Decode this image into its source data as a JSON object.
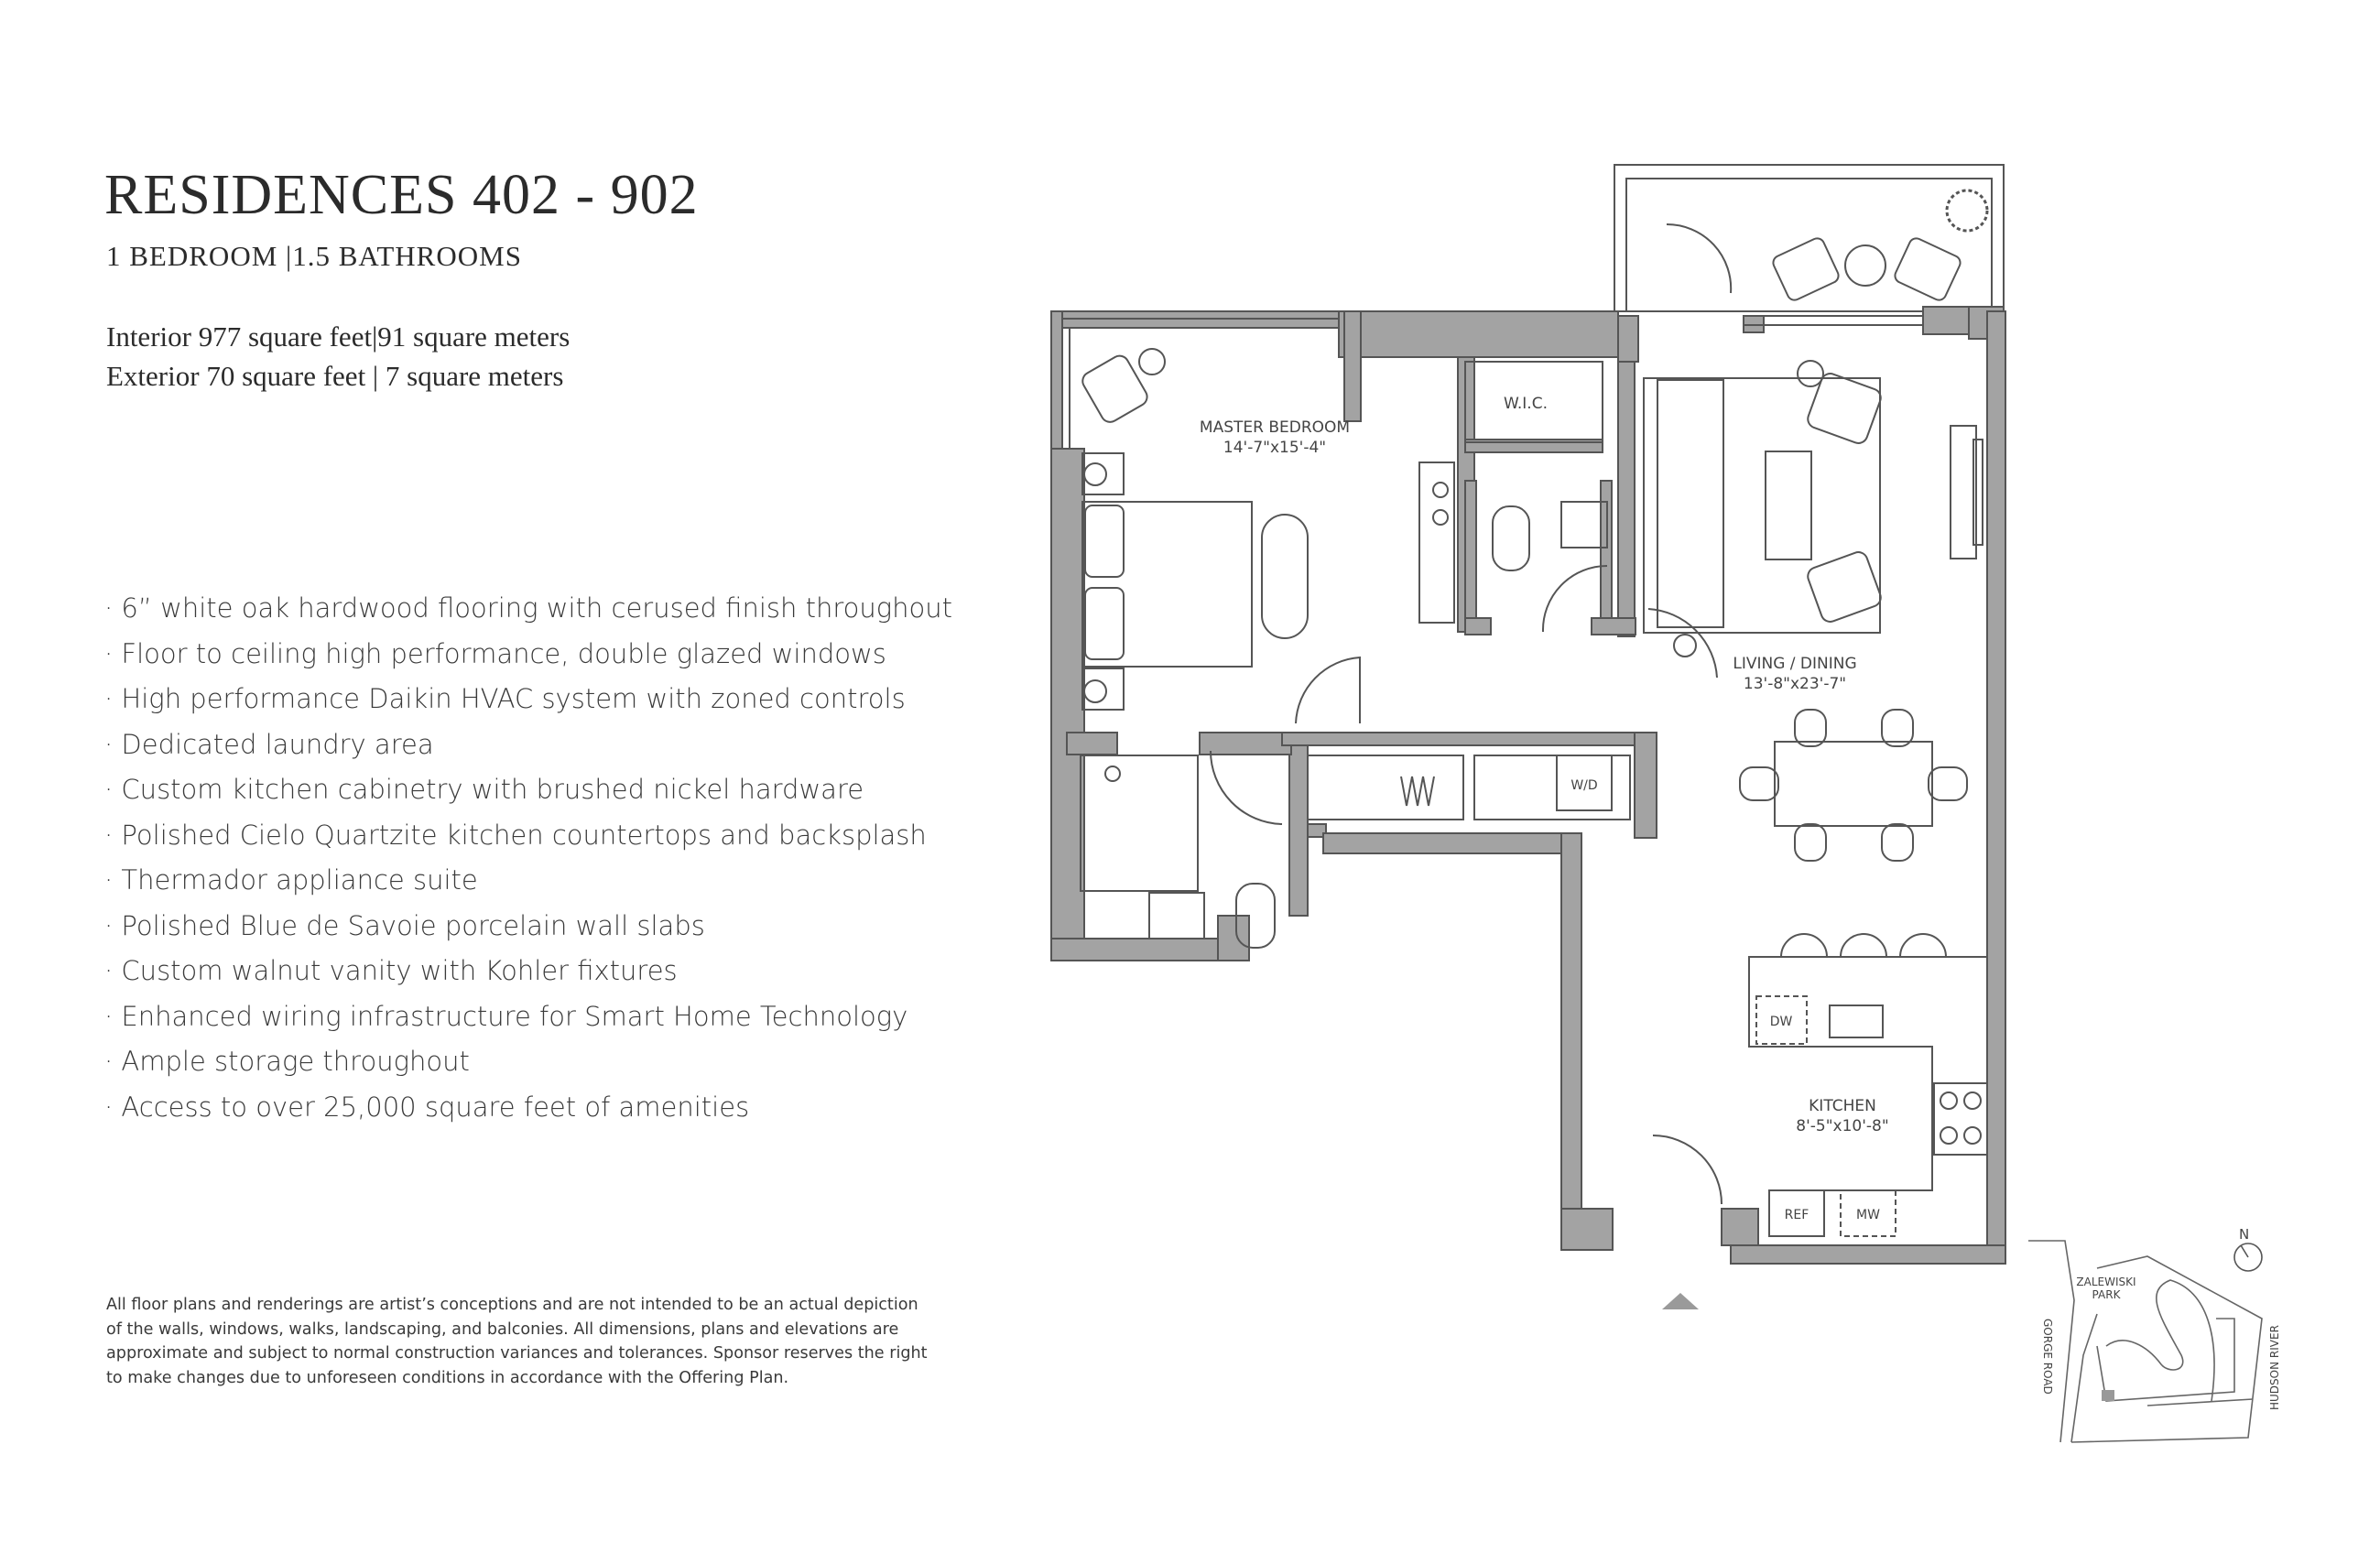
{
  "header": {
    "title": "RESIDENCES 402 - 902",
    "subtitle": "1 BEDROOM |1.5 BATHROOMS"
  },
  "area": {
    "interior": "Interior 977 square feet|91 square meters",
    "exterior": "Exterior 70 square feet | 7 square meters"
  },
  "features": [
    "· 6” white oak hardwood flooring with cerused finish throughout",
    "· Floor to ceiling high performance, double glazed windows",
    "· High performance Daikin HVAC system with zoned controls",
    "· Dedicated laundry area",
    "· Custom kitchen cabinetry with brushed nickel hardware",
    "· Polished Cielo Quartzite kitchen countertops and backsplash",
    "· Thermador appliance suite",
    "· Polished Blue de Savoie porcelain wall slabs",
    "· Custom walnut vanity with Kohler fixtures",
    "· Enhanced wiring infrastructure for Smart Home Technology",
    "· Ample storage throughout",
    "· Access to over 25,000 square feet of amenities"
  ],
  "disclaimer": [
    "All floor plans and renderings are artist’s conceptions and are not intended to be an actual depiction",
    "of the walls, windows, walks, landscaping, and balconies. All dimensions, plans and elevations are",
    "approximate and subject to normal construction variances and tolerances. Sponsor reserves the right",
    "to make changes due to unforeseen conditions in accordance with the Offering Plan."
  ],
  "plan": {
    "rooms": {
      "master_name": "MASTER BEDROOM",
      "master_dims": "14'-7\"x15'-4\"",
      "wic": "W.I.C.",
      "living_name": "LIVING / DINING",
      "living_dims": "13'-8\"x23'-7\"",
      "kitchen_name": "KITCHEN",
      "kitchen_dims": "8'-5\"x10'-8\"",
      "wd": "W/D",
      "dw": "DW",
      "ref": "REF",
      "mw": "MW"
    },
    "key_map": {
      "north": "N",
      "park": [
        "ZALEWISKI",
        "PARK"
      ],
      "road": "GORGE ROAD",
      "river": "HUDSON RIVER"
    }
  },
  "colors": {
    "wall": "#a3a3a3",
    "line": "#555555",
    "text": "#2b2b2b"
  }
}
